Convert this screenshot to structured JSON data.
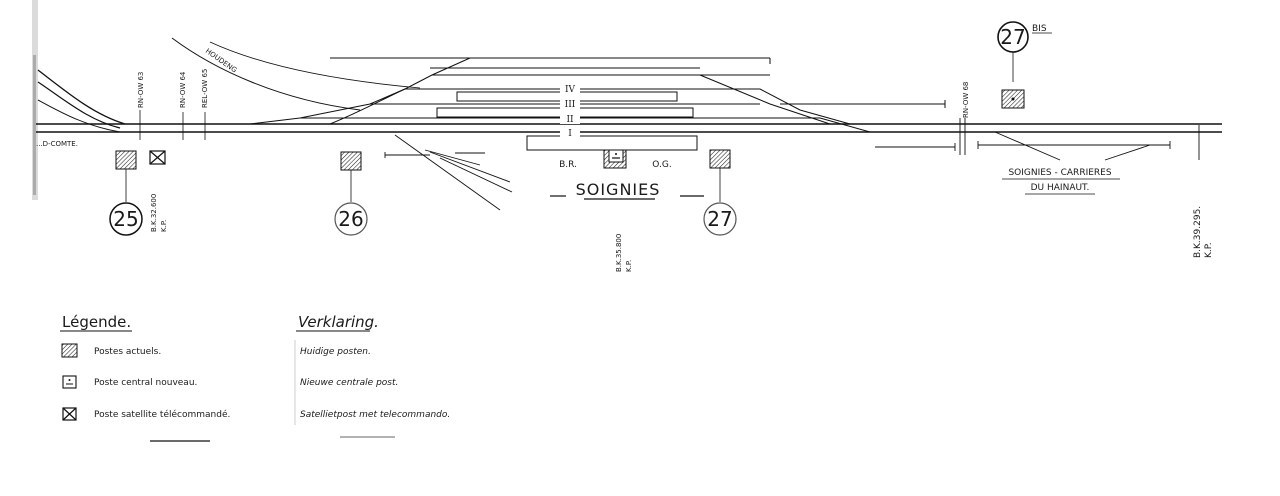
{
  "station": {
    "name": "SOIGNIES",
    "left_building": "B.R.",
    "right_building": "O.G.",
    "km_station": "B.K.35.800",
    "kp_station": "K.P."
  },
  "lines": {
    "left_direction": "...D-COMTE.",
    "top_left_line": "HOUDENG",
    "quarry_line_1": "SOIGNIES - CARRIERES",
    "quarry_line_2": "DU HAINAUT."
  },
  "tracks": [
    "I",
    "II",
    "III",
    "IV"
  ],
  "boundaries": [
    {
      "code": "RN-OW 63"
    },
    {
      "code": "RN-OW 64"
    },
    {
      "code": "REL-OW 65"
    },
    {
      "code": "RN-OW 68"
    }
  ],
  "posts": [
    {
      "number": "25"
    },
    {
      "number": "26"
    },
    {
      "number": "27"
    },
    {
      "number": "27",
      "suffix": "BIS"
    }
  ],
  "kilometer_posts": [
    {
      "km": "B.K.32.600",
      "kp": "K.P."
    },
    {
      "km": "B.K.39.295.",
      "kp": "K.P."
    }
  ],
  "legend": {
    "title_fr": "Légende.",
    "title_nl": "Verklaring.",
    "items": [
      {
        "icon": "hatched-square-icon",
        "fr": "Postes actuels.",
        "nl": "Huidige posten."
      },
      {
        "icon": "central-post-icon",
        "fr": "Poste central nouveau.",
        "nl": "Nieuwe centrale post."
      },
      {
        "icon": "satellite-post-icon",
        "fr": "Poste satellite télécommandé.",
        "nl": "Satellietpost met telecommando."
      }
    ]
  }
}
